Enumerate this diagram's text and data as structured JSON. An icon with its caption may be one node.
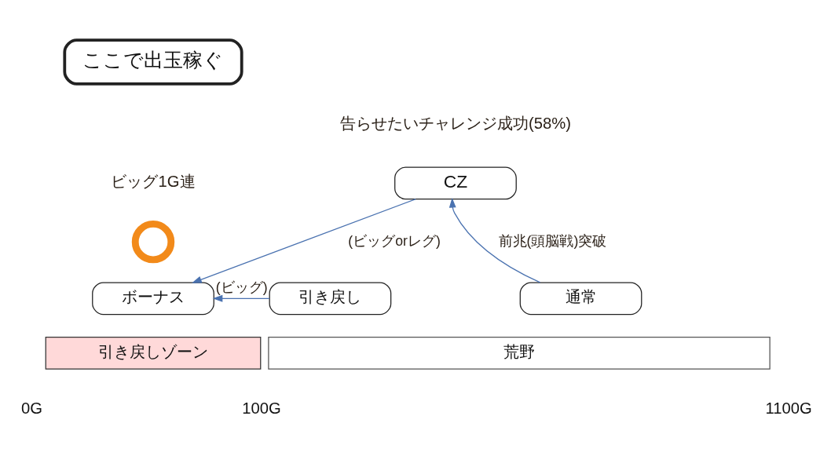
{
  "diagram": {
    "nodes": [
      {
        "text": [
          "ここで出玉稼ぐ"
        ]
      },
      {
        "text": [],
        "shape": "circle"
      },
      {
        "text": [
          "CZ"
        ],
        "beside": [
          "告らせたいチャレンジ成功(58%)"
        ]
      },
      {
        "text": [
          "ボーナス"
        ]
      },
      {
        "text": [
          "引き戻し"
        ]
      },
      {
        "text": [
          "通常"
        ]
      },
      {
        "text": [
          "引き戻しゾーン"
        ]
      },
      {
        "text": [
          "荒野"
        ]
      }
    ],
    "edges": [
      {
        "from": 2,
        "to": 3,
        "arrow": "to",
        "label": "(ビッグorレグ)"
      },
      {
        "from": 4,
        "to": 3,
        "arrow": "to",
        "label": "(ビッグ)"
      },
      {
        "from": 5,
        "to": 2,
        "arrow": "to",
        "label": "前兆(頭脳戦)突破"
      }
    ],
    "labels": [
      "ビッグ1G連",
      "0G",
      "100G",
      "1100G"
    ]
  }
}
